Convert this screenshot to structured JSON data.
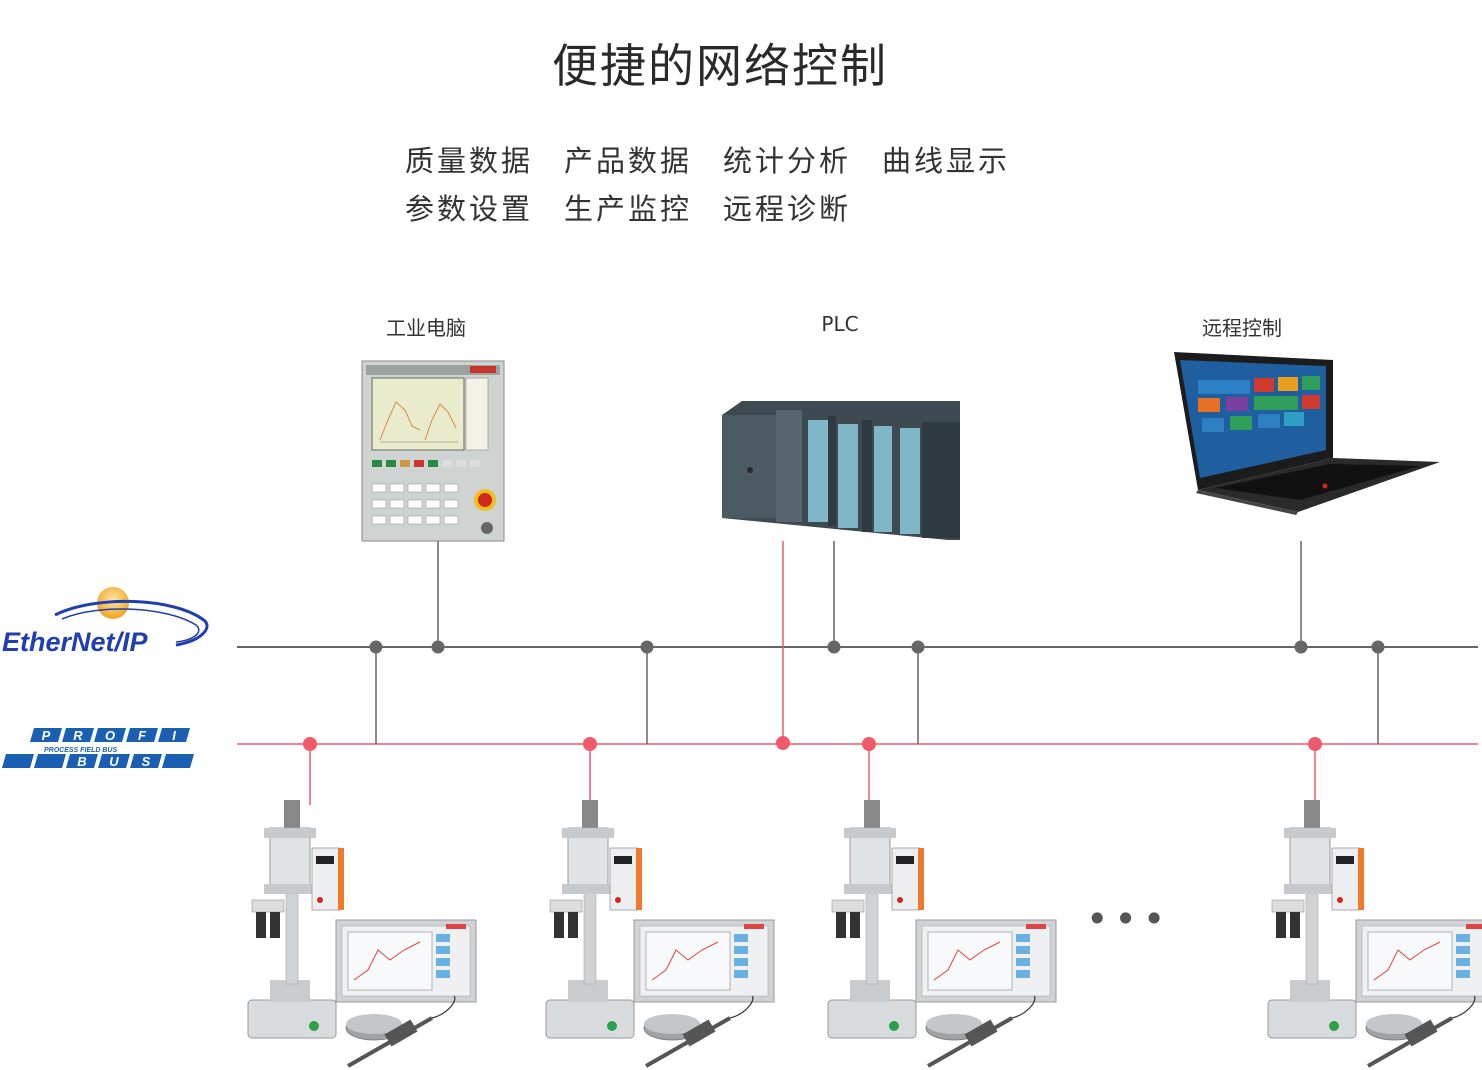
{
  "title": "便捷的网络控制",
  "features": [
    [
      "质量数据",
      "产品数据",
      "统计分析",
      "曲线显示"
    ],
    [
      "参数设置",
      "生产监控",
      "远程诊断"
    ]
  ],
  "devices": {
    "ipc_label": "工业电脑",
    "plc_label": "PLC",
    "remote_label": "远程控制"
  },
  "networks": {
    "ethernet_logo_text": "EtherNet/IP",
    "ethernet_color": "#666666",
    "profibus_logo_letters_top": [
      "P",
      "R",
      "O",
      "F",
      "I"
    ],
    "profibus_logo_letters_bottom": [
      "B",
      "U",
      "S"
    ],
    "profibus_subtitle": "PROCESS FIELD BUS",
    "profibus_color": "#f05a6a",
    "profibus_brand_color": "#1a5fb4"
  },
  "ellipsis": "•••",
  "press_units": 4
}
